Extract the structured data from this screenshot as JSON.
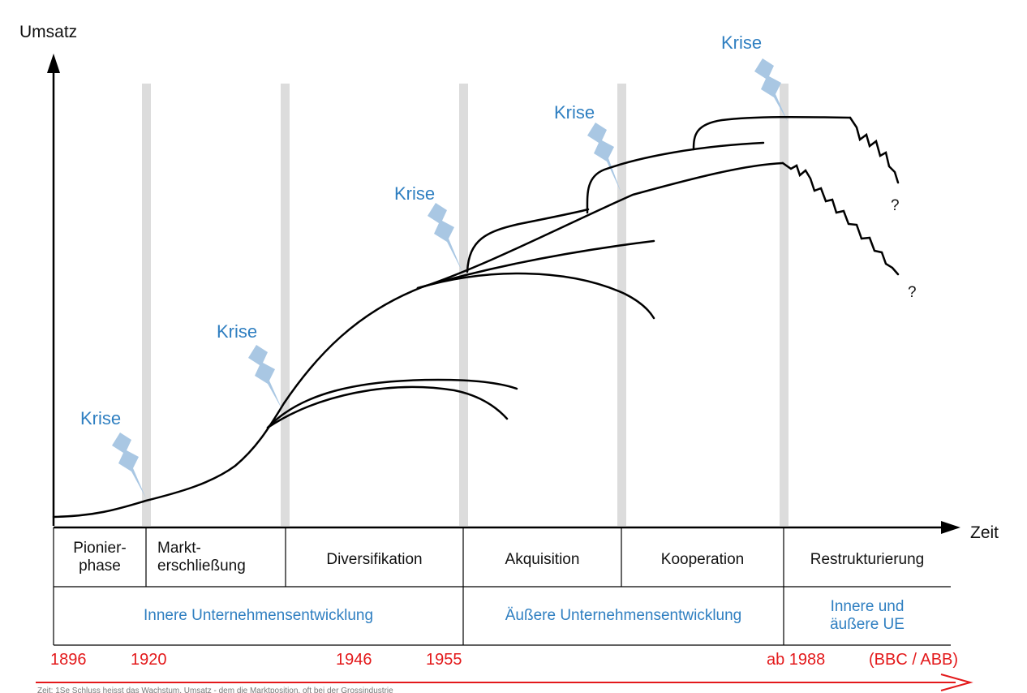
{
  "axes": {
    "y_label": "Umsatz",
    "x_label": "Zeit"
  },
  "crisis_label": "Krise",
  "question_mark": "?",
  "phases": [
    {
      "lines": [
        "Pionier-",
        "phase"
      ]
    },
    {
      "lines": [
        "Markt-",
        "erschließung"
      ]
    },
    {
      "lines": [
        "Diversifikation"
      ]
    },
    {
      "lines": [
        "Akquisition"
      ]
    },
    {
      "lines": [
        "Kooperation"
      ]
    },
    {
      "lines": [
        "Restrukturierung"
      ]
    }
  ],
  "development_types": [
    {
      "lines": [
        "Innere Unternehmensentwicklung"
      ]
    },
    {
      "lines": [
        "Äußere Unternehmensentwicklung"
      ]
    },
    {
      "lines": [
        "Innere und",
        "äußere UE"
      ]
    }
  ],
  "timeline": {
    "years": [
      "1896",
      "1920",
      "1946",
      "1955",
      "ab 1988"
    ],
    "company": "(BBC / ABB)",
    "color": "#e3191b"
  },
  "colors": {
    "crisis": "#2f7fc1",
    "bolt": "#a9c7e3",
    "separator": "#dcdcdc"
  },
  "footer_note": "Zeit: 1Se Schluss heisst das Wachstum, Umsatz - dem die Marktposition, oft bei der Grossindustrie"
}
